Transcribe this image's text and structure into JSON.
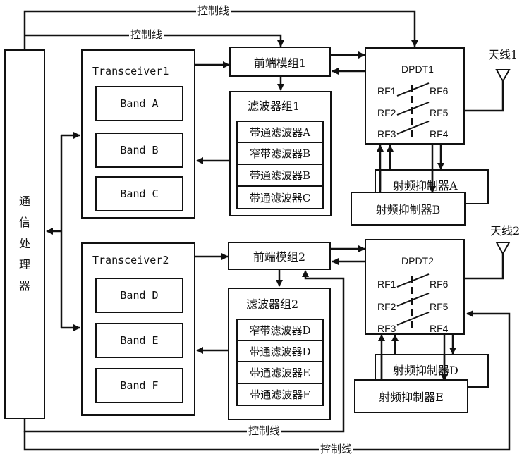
{
  "processor": {
    "label": "通信处理器",
    "chars": [
      "通",
      "信",
      "处",
      "理",
      "器"
    ]
  },
  "control_lines": [
    {
      "id": "ctrl-top-outer",
      "label": "控制线"
    },
    {
      "id": "ctrl-top-inner",
      "label": "控制线"
    },
    {
      "id": "ctrl-bottom-inner",
      "label": "控制线"
    },
    {
      "id": "ctrl-bottom-outer",
      "label": "控制线"
    }
  ],
  "transceivers": [
    {
      "title": "Transceiver1",
      "bands": [
        "Band A",
        "Band B",
        "Band C"
      ]
    },
    {
      "title": "Transceiver2",
      "bands": [
        "Band D",
        "Band E",
        "Band F"
      ]
    }
  ],
  "front_end_modules": [
    {
      "label": "前端模组1"
    },
    {
      "label": "前端模组2"
    }
  ],
  "filter_groups": [
    {
      "title": "滤波器组1",
      "filters": [
        "带通滤波器A",
        "窄带滤波器B",
        "带通滤波器B",
        "带通滤波器C"
      ]
    },
    {
      "title": "滤波器组2",
      "filters": [
        "窄带滤波器D",
        "带通滤波器D",
        "带通滤波器E",
        "带通滤波器F"
      ]
    }
  ],
  "dpdt_switches": [
    {
      "title": "DPDT1",
      "ports_left": [
        "RF1",
        "RF2",
        "RF3"
      ],
      "ports_right": [
        "RF6",
        "RF5",
        "RF4"
      ]
    },
    {
      "title": "DPDT2",
      "ports_left": [
        "RF1",
        "RF2",
        "RF3"
      ],
      "ports_right": [
        "RF6",
        "RF5",
        "RF4"
      ]
    }
  ],
  "antennas": [
    {
      "label": "天线1"
    },
    {
      "label": "天线2"
    }
  ],
  "rf_suppressors": [
    {
      "label": "射频抑制器A"
    },
    {
      "label": "射频抑制器B"
    },
    {
      "label": "射频抑制器D"
    },
    {
      "label": "射频抑制器E"
    }
  ]
}
